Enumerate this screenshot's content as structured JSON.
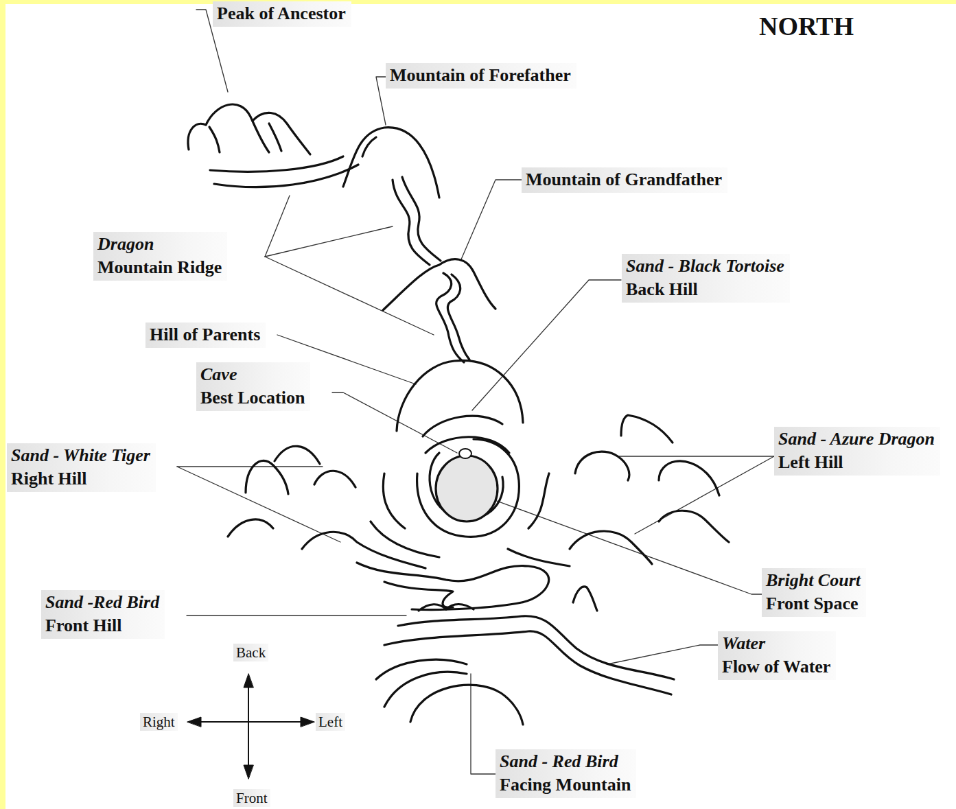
{
  "diagram": {
    "nodes": [
      {
        "text": [
          "Peak of Ancestor"
        ]
      },
      {
        "text": [
          "Mountain of Forefather"
        ]
      },
      {
        "text": [
          "Mountain of Grandfather"
        ]
      },
      {
        "text": [
          "Dragon",
          "Mountain Ridge"
        ]
      },
      {
        "text": [
          "Sand - Black Tortoise",
          "Back Hill"
        ]
      },
      {
        "text": [
          "Hill of Parents"
        ]
      },
      {
        "text": [
          "Cave",
          "Best Location"
        ]
      },
      {
        "text": [
          "Sand - White Tiger",
          "Right Hill"
        ]
      },
      {
        "text": [
          "Sand - Azure Dragon",
          "Left Hill"
        ]
      },
      {
        "text": [
          "Bright Court",
          "Front Space"
        ]
      },
      {
        "text": [
          "Sand -Red Bird",
          "Front Hill"
        ]
      },
      {
        "text": [
          "Water",
          "Flow of Water"
        ]
      },
      {
        "text": [
          "Sand - Red Bird",
          "Facing Mountain"
        ]
      }
    ],
    "labels": [
      "NORTH",
      "Back",
      "Right",
      "Left",
      "Front"
    ]
  }
}
